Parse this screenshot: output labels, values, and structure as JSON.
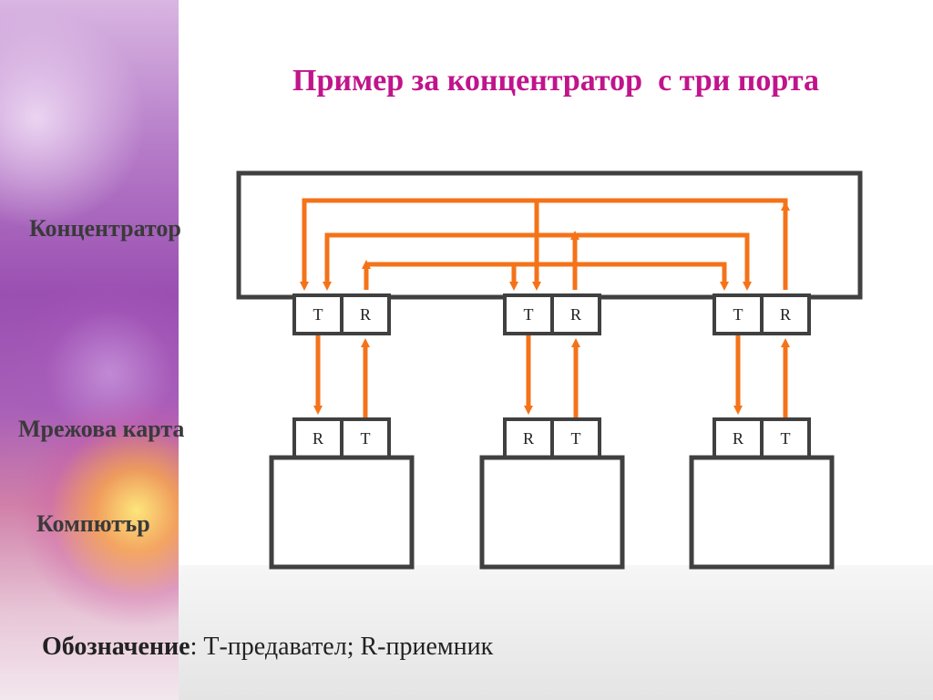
{
  "title": "Пример за концентратор  с три порта",
  "labels": {
    "hub": "Концентратор",
    "nic": "Мрежова карта",
    "computer": "Компютър"
  },
  "legend": {
    "term": "Обозначение",
    "separator": ": ",
    "text": "Т-предавател; R-приемник"
  },
  "ports": [
    {
      "hub": {
        "left": "T",
        "right": "R"
      },
      "nic": {
        "left": "R",
        "right": "T"
      }
    },
    {
      "hub": {
        "left": "T",
        "right": "R"
      },
      "nic": {
        "left": "R",
        "right": "T"
      }
    },
    {
      "hub": {
        "left": "T",
        "right": "R"
      },
      "nic": {
        "left": "R",
        "right": "T"
      }
    }
  ],
  "colors": {
    "arrow": "#f47319",
    "box_stroke": "#404040",
    "title": "#c0148c"
  }
}
